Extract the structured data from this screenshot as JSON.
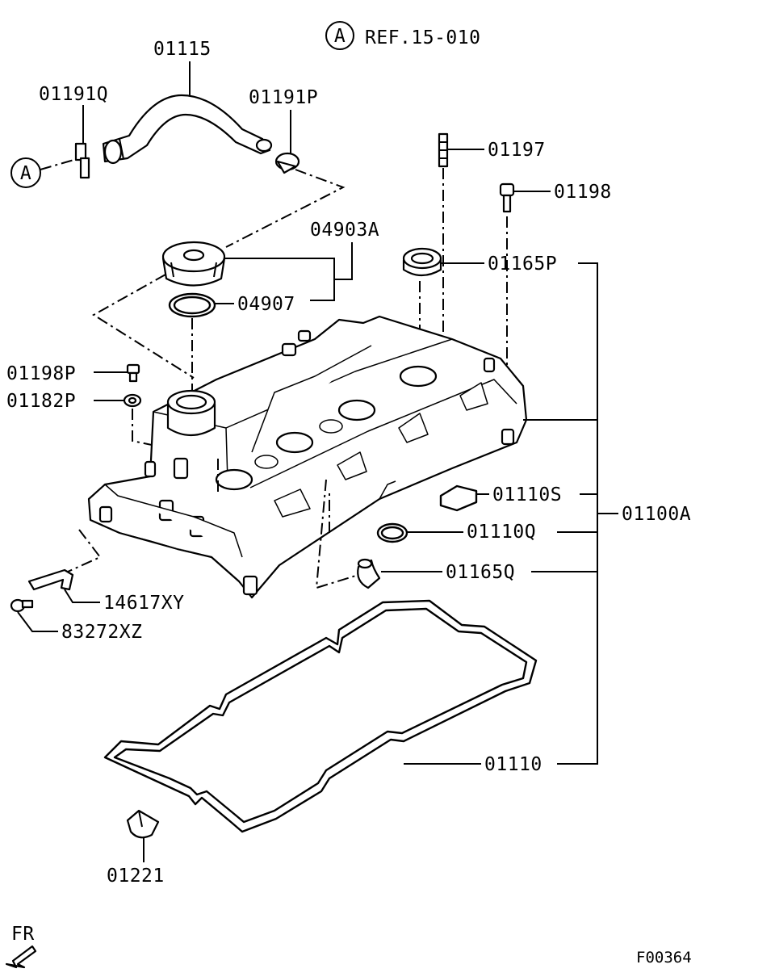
{
  "reference": {
    "circle_letter": "A",
    "text": "REF.15-010"
  },
  "callout_A": "A",
  "parts": {
    "p01115": "01115",
    "p01191Q": "01191Q",
    "p01191P": "01191P",
    "p01197": "01197",
    "p01198": "01198",
    "p04903A": "04903A",
    "p01165P": "01165P",
    "p04907": "04907",
    "p01198P": "01198P",
    "p01182P": "01182P",
    "p01110S": "01110S",
    "p01100A": "01100A",
    "p01110Q": "01110Q",
    "p01165Q": "01165Q",
    "p14617XY": "14617XY",
    "p83272XZ": "83272XZ",
    "p01110": "01110",
    "p01221": "01221"
  },
  "direction": {
    "label": "FR"
  },
  "figure_code": "F00364"
}
